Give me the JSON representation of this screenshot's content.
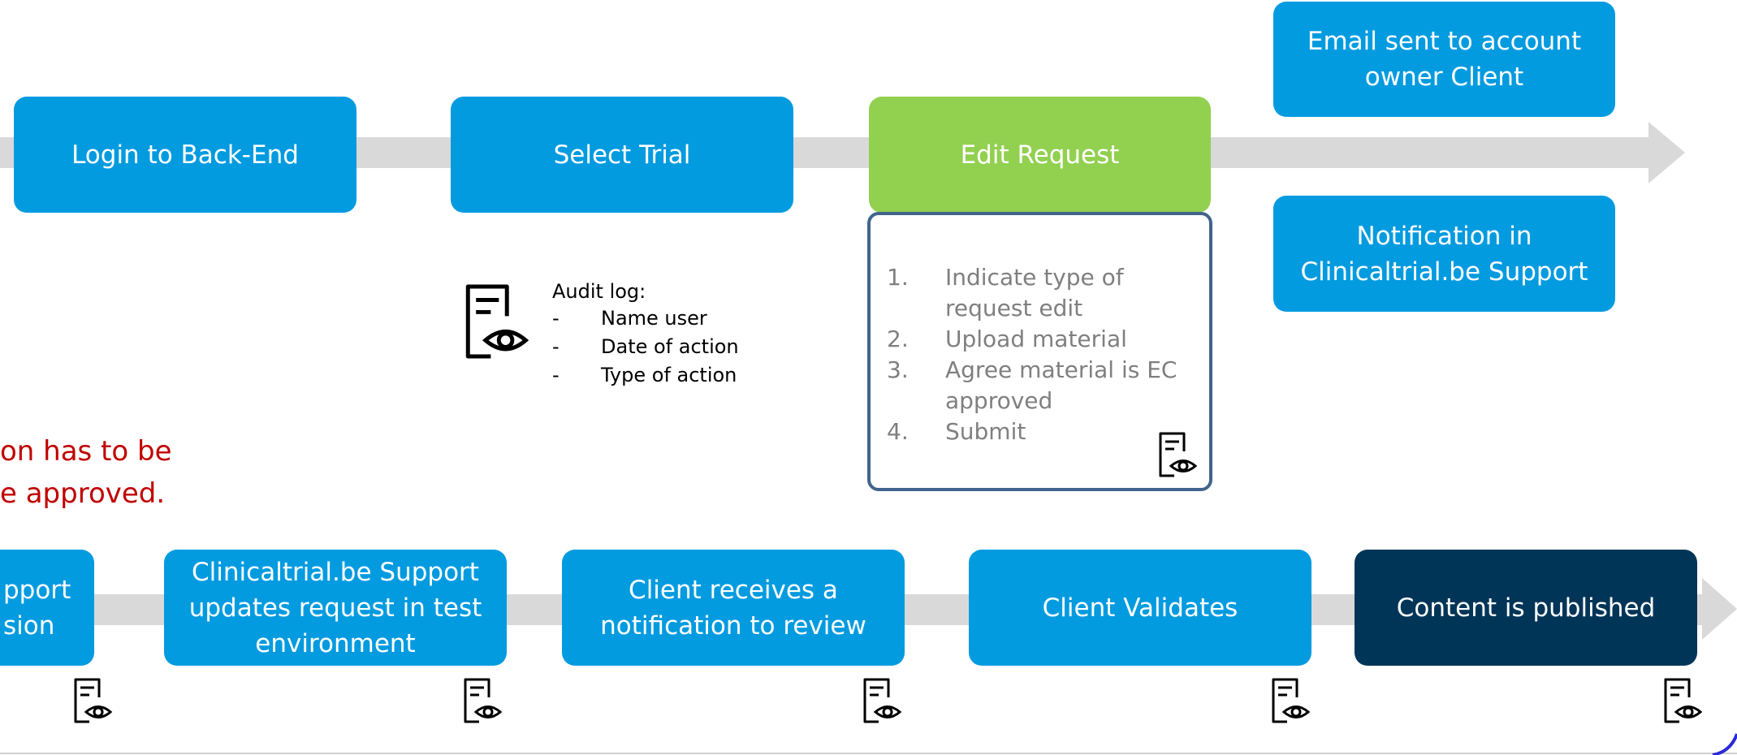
{
  "top_flow": {
    "steps": [
      "Login to Back-End",
      "Select Trial",
      "Edit Request"
    ],
    "outcomes": [
      "Email sent to account owner Client",
      "Notification in Clinicaltrial.be Support"
    ]
  },
  "edit_steps": [
    {
      "num": "1.",
      "text": "Indicate type of request edit"
    },
    {
      "num": "2.",
      "text": "Upload material"
    },
    {
      "num": "3.",
      "text": "Agree material is EC approved"
    },
    {
      "num": "4.",
      "text": "Submit"
    }
  ],
  "audit_log": {
    "title": "Audit log:",
    "items": [
      "Name user",
      "Date of action",
      "Type of action"
    ],
    "bullet": "-"
  },
  "note": {
    "line1": "on has to be",
    "line2": "e approved."
  },
  "bottom_flow": {
    "steps": [
      "pport sion",
      "Clinicaltrial.be Support updates request in test environment",
      "Client receives a notification to review",
      "Client Validates",
      "Content is published"
    ]
  },
  "icons": {
    "audit": "audit-document-eye-icon"
  },
  "colors": {
    "blue": "#039be0",
    "green": "#92d050",
    "navy": "#003558",
    "arrow": "#d9d9d9",
    "note": "#c00000",
    "steps_border": "#41648c"
  }
}
